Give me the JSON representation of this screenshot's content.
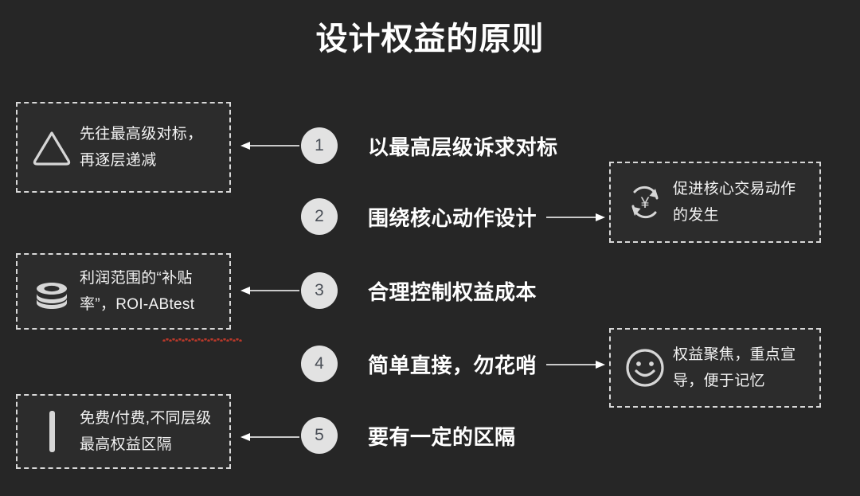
{
  "page": {
    "title": "设计权益的原则",
    "background_color": "#262626",
    "accent_color": "#e2e2e2",
    "text_color": "#ffffff"
  },
  "principles": [
    {
      "number": "1",
      "label": "以最高层级诉求对标"
    },
    {
      "number": "2",
      "label": "围绕核心动作设计"
    },
    {
      "number": "3",
      "label": "合理控制权益成本"
    },
    {
      "number": "4",
      "label": "简单直接，勿花哨"
    },
    {
      "number": "5",
      "label": "要有一定的区隔"
    }
  ],
  "left_cards": [
    {
      "icon": "triangle-icon",
      "text": "先往最高级对标，\n再逐层递减"
    },
    {
      "icon": "database-icon",
      "text": "利润范围的“补贴\n率”，ROI-ABtest",
      "misspelled_term": "ROI-ABtest"
    },
    {
      "icon": "vertical-bar-icon",
      "text": "免费/付费,不同层级\n最高权益区隔"
    }
  ],
  "right_cards": [
    {
      "icon": "yen-refresh-icon",
      "text": "促进核心交易动作\n的发生"
    },
    {
      "icon": "smiley-icon",
      "text": "权益聚焦，重点宣\n导，便于记忆"
    }
  ],
  "arrows": [
    {
      "id": "arrow-1",
      "direction": "left"
    },
    {
      "id": "arrow-2",
      "direction": "right"
    },
    {
      "id": "arrow-3",
      "direction": "left"
    },
    {
      "id": "arrow-4",
      "direction": "right"
    },
    {
      "id": "arrow-5",
      "direction": "left"
    }
  ]
}
